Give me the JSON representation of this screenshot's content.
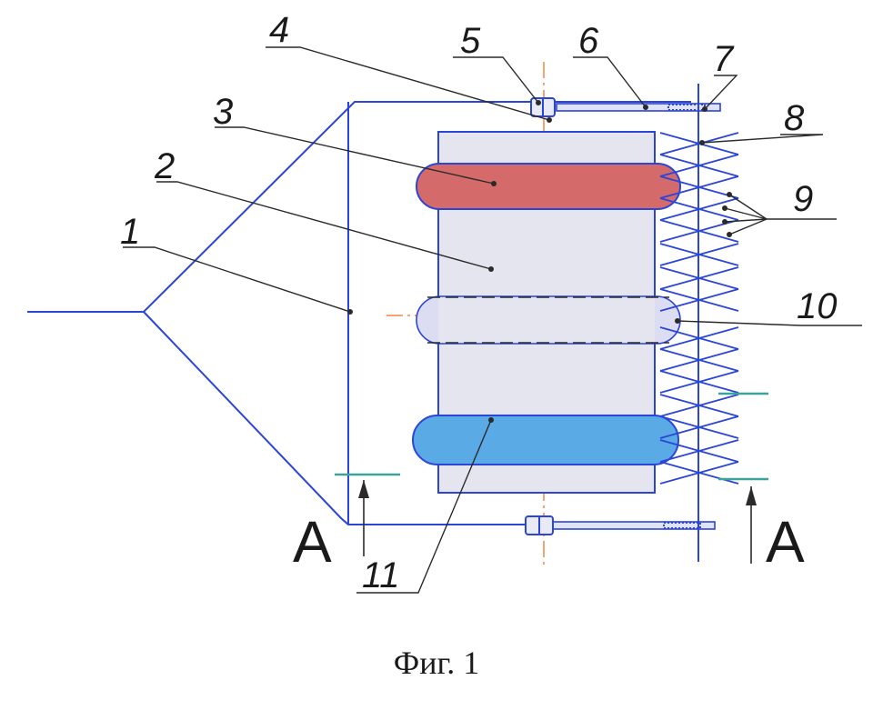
{
  "labels": {
    "l1": "1",
    "l2": "2",
    "l3": "3",
    "l4": "4",
    "l5": "5",
    "l6": "6",
    "l7": "7",
    "l8": "8",
    "l9": "9",
    "l10": "10",
    "l11": "11"
  },
  "section": {
    "left": "A",
    "right": "A"
  },
  "caption": "Фиг. 1",
  "colors": {
    "line": "#2b45d6",
    "leader": "#2a2a2a",
    "axis": "#f2a474",
    "body": "#e4e5ee",
    "roller_top": "#d46a6a",
    "roller_bottom": "#5aaae6",
    "roller_middle": "#dcdcf2",
    "section_mark": "#3aa39a"
  }
}
